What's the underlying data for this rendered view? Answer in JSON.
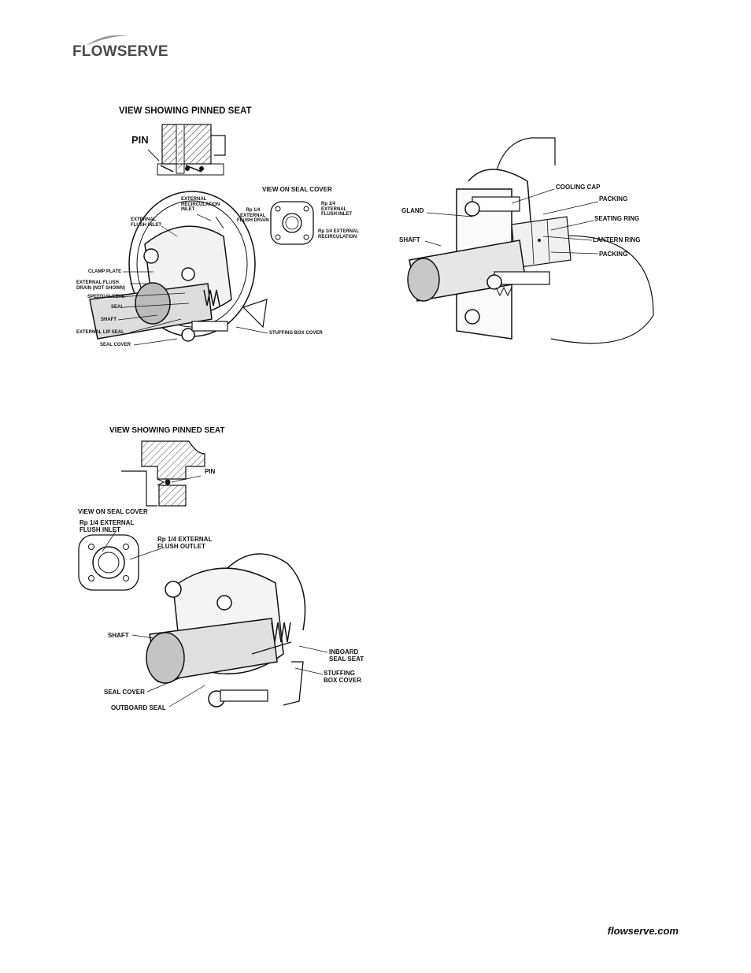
{
  "header": {
    "logo_text": "FLOWSERVE"
  },
  "footer": {
    "site": "flowserve.com"
  },
  "figure1": {
    "title": "VIEW SHOWING PINNED SEAT",
    "pin": "PIN",
    "view_title": "VIEW ON SEAL COVER",
    "labels": {
      "ext_recirc_inlet": "EXTERNAL\nRECIRCULATION\nINLET",
      "ext_flush_inlet": "EXTERNAL\nFLUSH INLET",
      "clamp_plate": "CLAMP PLATE",
      "ext_flush_drain": "EXTERNAL FLUSH\nDRAIN (NOT SHOWN)",
      "speedi_sleeve": "SPEEDI SLEEVE",
      "seal": "SEAL",
      "shaft": "SHAFT",
      "ext_lip_seal": "EXTERNAL LIP SEAL",
      "seal_cover": "SEAL COVER",
      "stuffing_box_cover": "STUFFING BOX COVER",
      "rp_drain": "Rp 1/4\nEXTERNAL\nFLUSH DRAIN",
      "rp_inlet": "Rp 1/4\nEXTERNAL\nFLUSH INLET",
      "rp_recirc": "Rp 1/4 EXTERNAL\nRECIRCULATION"
    }
  },
  "figure2": {
    "labels": {
      "cooling_cap": "COOLING CAP",
      "packing1": "PACKING",
      "gland": "GLAND",
      "seating_ring": "SEATING RING",
      "shaft": "SHAFT",
      "lantern_ring": "LANTERN RING",
      "packing2": "PACKING"
    }
  },
  "figure3": {
    "title": "VIEW SHOWING PINNED SEAT",
    "pin": "PIN",
    "view_title": "VIEW ON SEAL COVER",
    "labels": {
      "rp_flush_inlet": "Rp 1/4 EXTERNAL\nFLUSH INLET",
      "rp_flush_outlet": "Rp 1/4 EXTERNAL\nFLUSH OUTLET",
      "shaft": "SHAFT",
      "inboard_seal_seat": "INBOARD\nSEAL SEAT",
      "stuffing_box_cover": "STUFFING\nBOX COVER",
      "seal_cover": "SEAL COVER",
      "outboard_seal": "OUTBOARD SEAL"
    }
  }
}
